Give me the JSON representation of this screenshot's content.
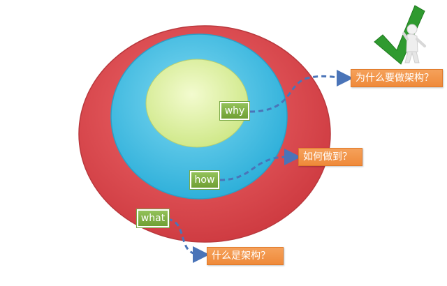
{
  "rings": {
    "outer_color": "#d94a4f",
    "middle_color": "#47bde0",
    "inner_color": "#dcef9c"
  },
  "tags": {
    "why": "why",
    "how": "how",
    "what": "what"
  },
  "notes": {
    "why": "为什么要做架构？",
    "how": "如何做到？",
    "what": "什么是架构？"
  },
  "connector_color": "#4a74b8",
  "decoration": {
    "figure": "checkmark-figure-icon"
  }
}
